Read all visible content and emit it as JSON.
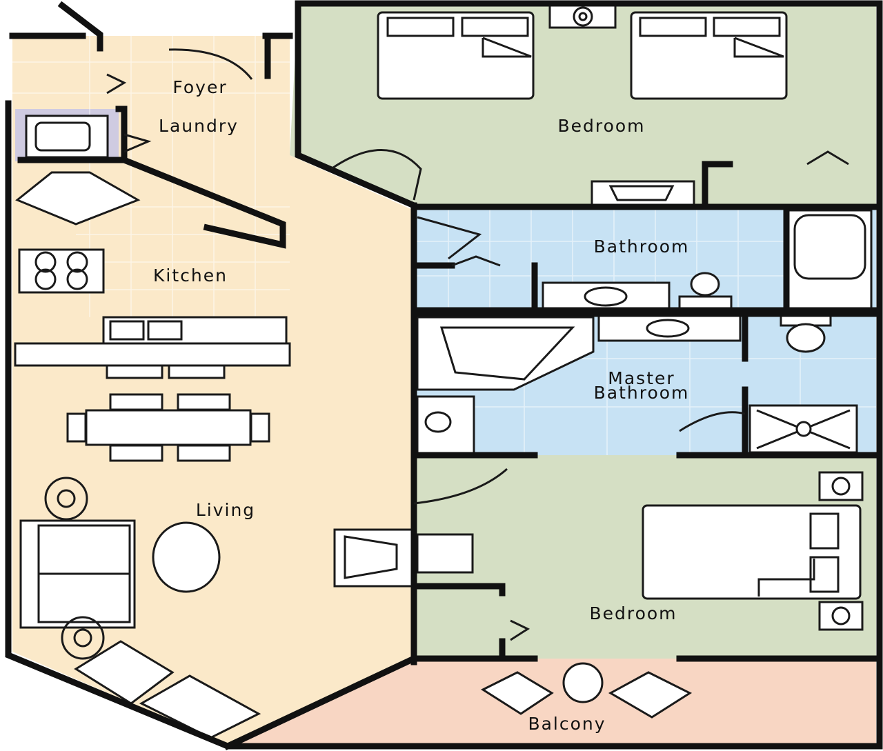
{
  "colors": {
    "living_area": "#fbe9c9",
    "bedroom": "#d5dfc4",
    "bathroom": "#c7e2f4",
    "laundry": "#cfcbe1",
    "balcony": "#f8d6c3",
    "walls": "#111111",
    "fixtures": "#ffffff"
  },
  "rooms": {
    "foyer": "Foyer",
    "laundry": "Laundry",
    "kitchen": "Kitchen",
    "living": "Living",
    "bedroom_top": "Bedroom",
    "bathroom": "Bathroom",
    "master_bathroom_line1": "Master",
    "master_bathroom_line2": "Bathroom",
    "bedroom_bottom": "Bedroom",
    "balcony": "Balcony"
  }
}
